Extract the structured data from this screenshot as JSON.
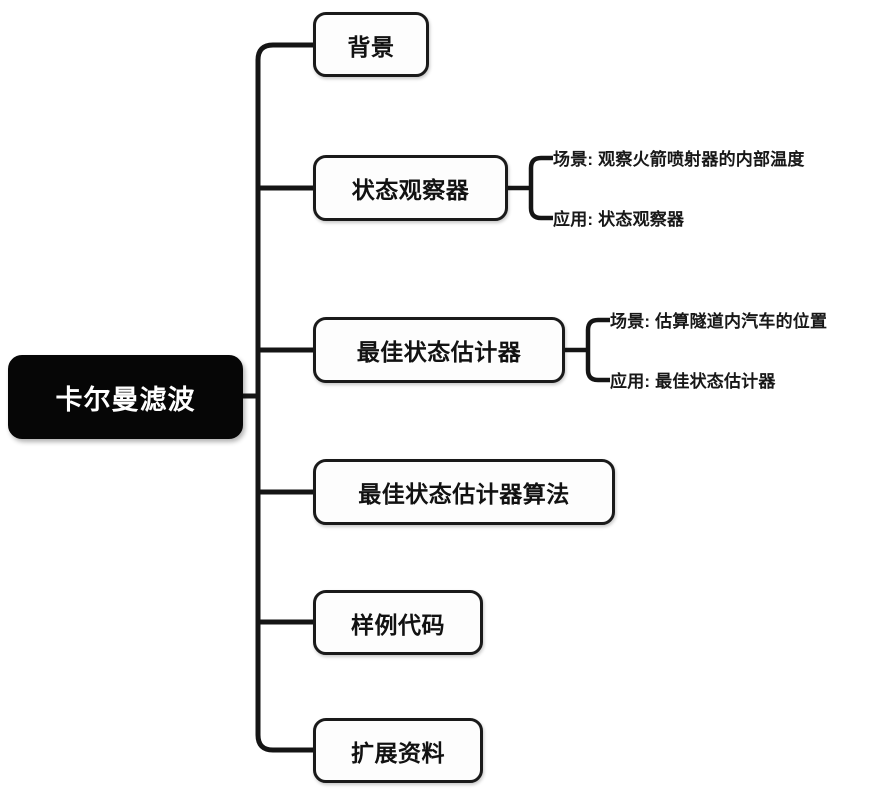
{
  "diagram": {
    "type": "mind-map",
    "title": "卡尔曼滤波",
    "root": {
      "label": "卡尔曼滤波"
    },
    "branches": [
      {
        "label": "背景",
        "children": []
      },
      {
        "label": "状态观察器",
        "children": [
          {
            "label": "场景: 观察火箭喷射器的内部温度"
          },
          {
            "label": "应用: 状态观察器"
          }
        ]
      },
      {
        "label": "最佳状态估计器",
        "children": [
          {
            "label": "场景: 估算隧道内汽车的位置"
          },
          {
            "label": "应用: 最佳状态估计器"
          }
        ]
      },
      {
        "label": "最佳状态估计器算法",
        "children": []
      },
      {
        "label": "样例代码",
        "children": []
      },
      {
        "label": "扩展资料",
        "children": []
      }
    ],
    "colors": {
      "root_fill": "#060606",
      "root_text": "#ffffff",
      "branch_fill": "#fdfdfd",
      "branch_border": "#1a1a1a",
      "branch_text": "#121212",
      "connector": "#151515",
      "background": "#ffffff"
    }
  }
}
